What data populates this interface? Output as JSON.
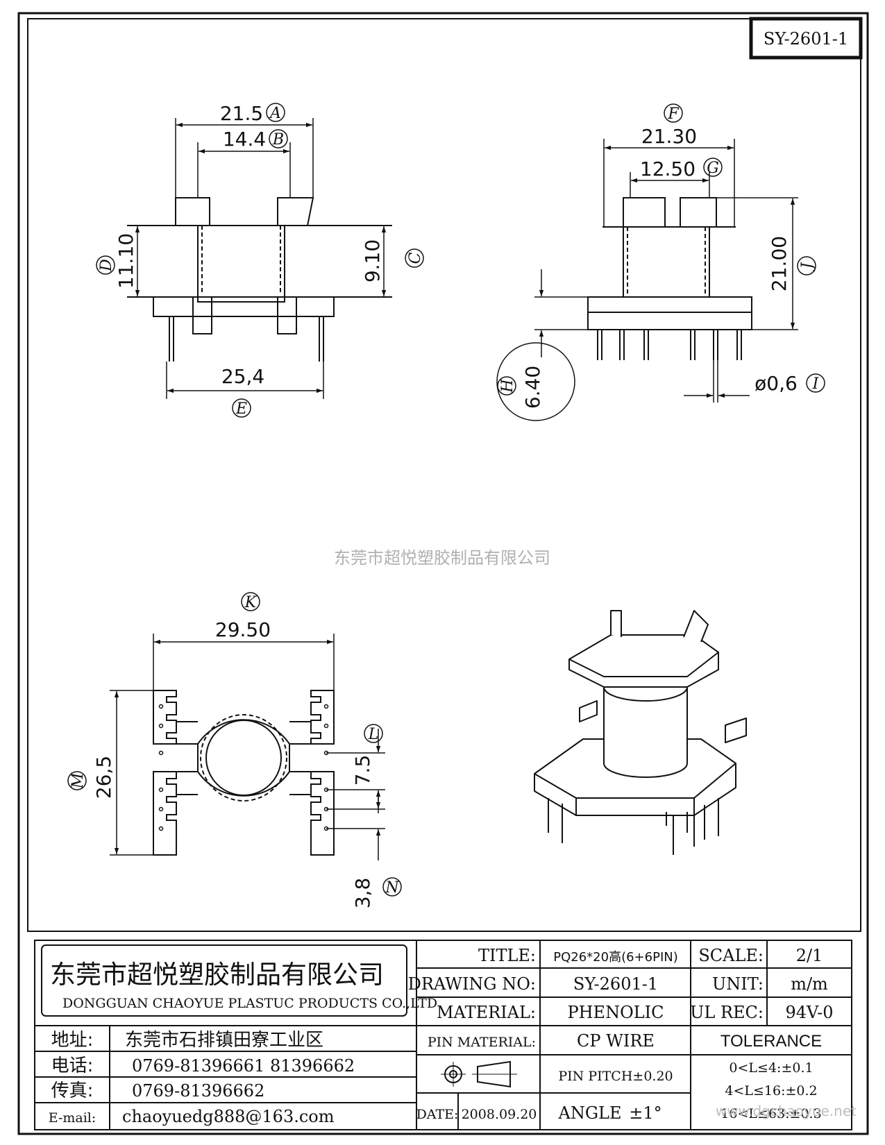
{
  "drawing_code": "SY-2601-1",
  "watermark_center": "东莞市超悦塑胶制品有限公司",
  "watermark_corner": "www.dgchaoyue.net",
  "dims": {
    "A": {
      "label": "A",
      "value": "21.5"
    },
    "B": {
      "label": "B",
      "value": "14.4"
    },
    "C": {
      "label": "C",
      "value": "9.10"
    },
    "D": {
      "label": "D",
      "value": "11.10"
    },
    "E": {
      "label": "E",
      "value": "25,4"
    },
    "F": {
      "label": "F",
      "value": "21.30"
    },
    "G": {
      "label": "G",
      "value": "12.50"
    },
    "H": {
      "label": "H",
      "value": "6.40"
    },
    "I": {
      "label": "I",
      "value": "ø0,6"
    },
    "J": {
      "label": "J",
      "value": "21.00"
    },
    "K": {
      "label": "K",
      "value": "29.50"
    },
    "L": {
      "label": "L",
      "value": "7.5"
    },
    "M": {
      "label": "M",
      "value": "26,5"
    },
    "N": {
      "label": "N",
      "value": "3,8"
    }
  },
  "title_block": {
    "company_cn": "东莞市超悦塑胶制品有限公司",
    "company_en": "DONGGUAN CHAOYUE PLASTUC PRODUCTS CO.,LTD",
    "address_label": "地址:",
    "address_value": "东莞市石排镇田寮工业区",
    "phone_label": "电话:",
    "phone_value": "0769-81396661  81396662",
    "fax_label": "传真:",
    "fax_value": "0769-81396662",
    "email_label": "E-mail:",
    "email_value": "chaoyuedg888@163.com",
    "title_label": "TITLE:",
    "title_value": "PQ26*20高(6+6PIN)",
    "drawing_no_label": "DRAWING NO:",
    "drawing_no_value": "SY-2601-1",
    "material_label": "MATERIAL:",
    "material_value": "PHENOLIC",
    "pin_material_label": "PIN MATERIAL:",
    "pin_material_value": "CP WIRE",
    "pin_pitch": "PIN PITCH±0.20",
    "date_label": "DATE:",
    "date_value": "2008.09.20",
    "angle_label": "ANGLE",
    "angle_value": "±1°",
    "scale_label": "SCALE:",
    "scale_value": "2/1",
    "unit_label": "UNIT:",
    "unit_value": "m/m",
    "ul_label": "UL REC:",
    "ul_value": "94V-0",
    "tolerance_label": "TOLERANCE",
    "tolerance_rows": [
      "0<L≤4:±0.1",
      "4<L≤16:±0.2",
      "16<L≤63:±0.3"
    ]
  }
}
